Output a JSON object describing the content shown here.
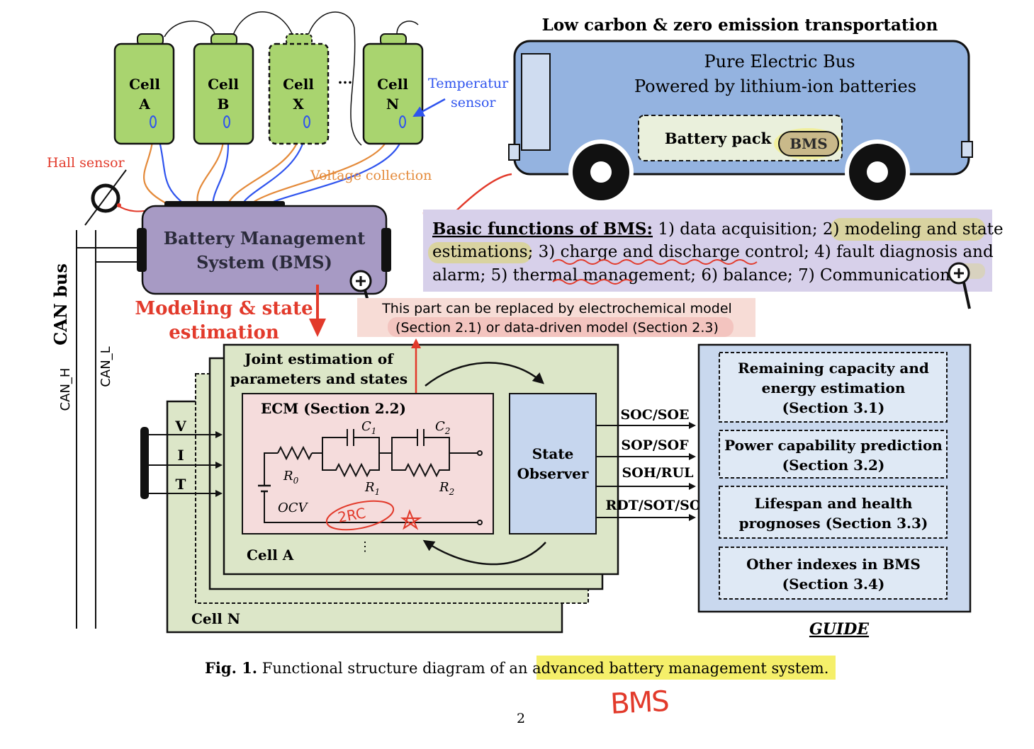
{
  "cells": {
    "cell_a": {
      "line1": "Cell",
      "line2": "A"
    },
    "cell_b": {
      "line1": "Cell",
      "line2": "B"
    },
    "cell_x": {
      "line1": "Cell",
      "line2": "X"
    },
    "cell_n": {
      "line1": "Cell",
      "line2": "N"
    },
    "ellipsis": "..."
  },
  "sensors": {
    "temperature_line1": "Temperatur",
    "temperature_line2": "sensor",
    "hall": "Hall sensor",
    "voltage": "Voltage collection"
  },
  "bms_box": {
    "line1": "Battery Management",
    "line2": "System (BMS)"
  },
  "can": {
    "bus": "CAN bus",
    "high": "CAN_H",
    "low": "CAN_L"
  },
  "modeling": {
    "line1": "Modeling & state",
    "line2": "estimation"
  },
  "bus": {
    "title": "Low carbon & zero emission transportation",
    "line1": "Pure Electric Bus",
    "line2": "Powered by lithium-ion batteries",
    "pack": "Battery pack",
    "bms": "BMS"
  },
  "functions": {
    "heading": "Basic functions of BMS:",
    "line1_rest": " 1) data acquisition; 2) modeling and state",
    "line2": "estimations; 3) charge and discharge control; 4) fault diagnosis and",
    "line3": "alarm; 5) thermal management; 6) balance; 7) Communication"
  },
  "note": {
    "line1": "This part can be replaced by  electrochemical model",
    "line2": "(Section 2.1) or data-driven model (Section 2.3)"
  },
  "estimation": {
    "title_line1": "Joint estimation of",
    "title_line2": "parameters and states",
    "ecm": "ECM (Section 2.2)",
    "c1": "C",
    "c1_sub": "1",
    "c2": "C",
    "c2_sub": "2",
    "r0": "R",
    "r0_sub": "0",
    "r1": "R",
    "r1_sub": "1",
    "r2": "R",
    "r2_sub": "2",
    "ocv": "OCV",
    "observer_line1": "State",
    "observer_line2": "Observer",
    "cell_a": "Cell A",
    "cell_n": "Cell N",
    "inputs": [
      "V",
      "I",
      "T"
    ],
    "outputs": [
      "SOC/SOE",
      "SOP/SOF",
      "SOH/RUL",
      "RDT/SOT/SOB"
    ],
    "dots": "⋮"
  },
  "guide": {
    "title": "GUIDE",
    "items": [
      {
        "line1": "Remaining capacity and",
        "line2": "energy estimation",
        "line3": "(Section 3.1)"
      },
      {
        "line1": "Power capability prediction",
        "line2": "(Section 3.2)"
      },
      {
        "line1": "Lifespan and health",
        "line2": "prognoses (Section 3.3)"
      },
      {
        "line1": "Other indexes in BMS",
        "line2": "(Section 3.4)"
      }
    ]
  },
  "caption": {
    "label": "Fig. 1.",
    "text_plain": "  Functional structure diagram of an ",
    "text_highlight": "advanced battery management system."
  },
  "annotations": {
    "bms_handwritten": "BMS",
    "rc_handwritten": "2RC"
  },
  "page_number": "2",
  "colors": {
    "cell_fill": "#a9d46f",
    "bms_fill": "#a79ac4",
    "bus_fill": "#94b3e0",
    "functions_fill": "#d7d0ea",
    "note_fill": "#f7dcd6",
    "green_panel": "#dce6c8",
    "ecm_fill": "#f5dcdc",
    "observer_fill": "#c6d6ee",
    "guide_fill": "#c9d8ee",
    "guide_item_fill": "#dfe9f5",
    "red": "#e23a2b",
    "blue": "#2f54ee",
    "orange": "#e48a3a",
    "highlight": "#f5ef6a"
  }
}
